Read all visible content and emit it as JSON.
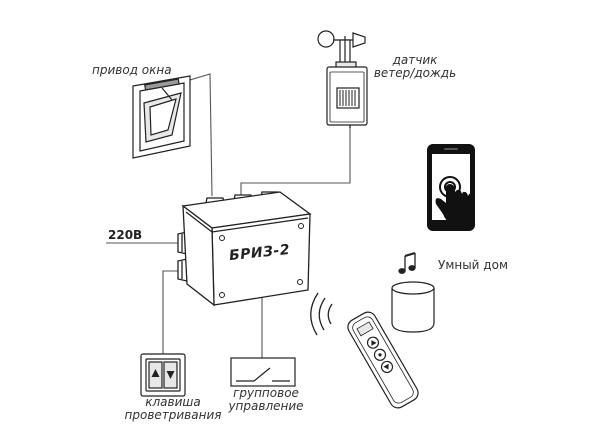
{
  "labels": {
    "window_drive": "привод окна",
    "sensor_line1": "датчик",
    "sensor_line2": "ветер/дождь",
    "power": "220В",
    "controller": "БРИЗ-2",
    "smart_home": "Умный дом",
    "vent_key_line1": "клавиша",
    "vent_key_line2": "проветривания",
    "group_line1": "групповое",
    "group_line2": "управление"
  },
  "colors": {
    "stroke": "#222222",
    "wire": "#555555",
    "phone": "#111111",
    "fill_light": "#ffffff",
    "fill_gray": "#e8e8e8",
    "fill_dark": "#9a9a9a"
  }
}
